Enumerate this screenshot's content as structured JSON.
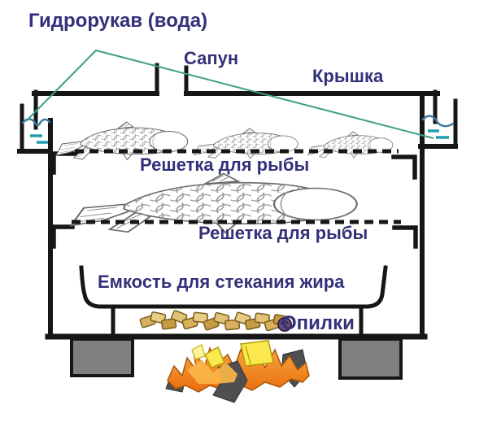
{
  "labels": {
    "hydro_sleeve": "Гидрорукав (вода)",
    "breather": "Сапун",
    "lid": "Крышка",
    "grate_top": "Решетка для рыбы",
    "grate_bottom": "Решетка для рыбы",
    "fat_tray": "Емкость для стекания жира",
    "sawdust": "Опилки"
  },
  "colors": {
    "label_text": "#32317a",
    "line": "#161616",
    "pointer_line": "#3f9e86",
    "water_line": "#3d7ba6",
    "water_dash": "#1f9fae",
    "leg_fill": "#7f7f7f",
    "chip_fill": "#d9bc6a",
    "flame_orange": "#f0821a",
    "flame_yellow": "#f9e84e",
    "smoke_gray": "#4f4f4f",
    "background": "#ffffff"
  }
}
